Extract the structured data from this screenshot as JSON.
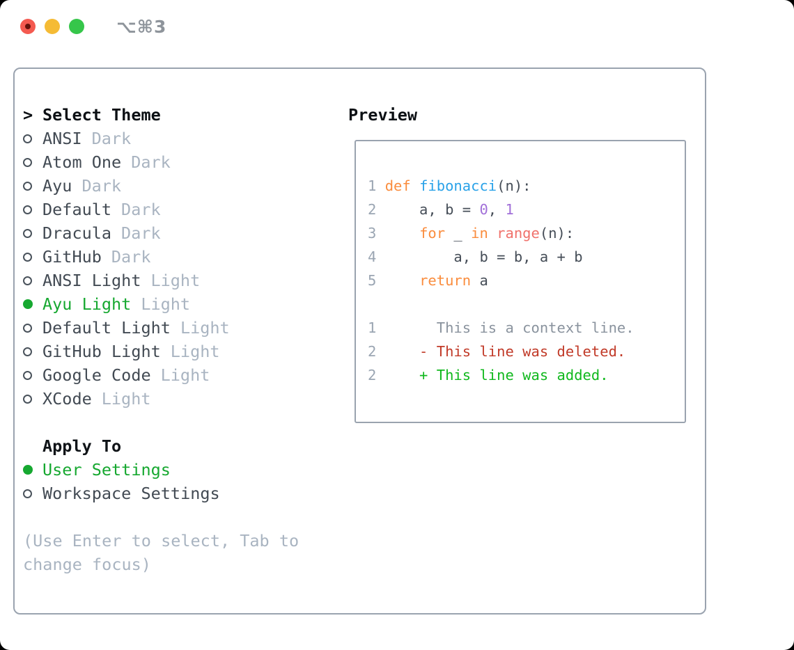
{
  "titlebar": {
    "shortcut": "⌥⌘3"
  },
  "list": {
    "header": {
      "prompt": ">",
      "label": "Select Theme"
    },
    "themes": [
      {
        "name": "ANSI",
        "variant": "Dark",
        "selected": false
      },
      {
        "name": "Atom One",
        "variant": "Dark",
        "selected": false
      },
      {
        "name": "Ayu",
        "variant": "Dark",
        "selected": false
      },
      {
        "name": "Default",
        "variant": "Dark",
        "selected": false
      },
      {
        "name": "Dracula",
        "variant": "Dark",
        "selected": false
      },
      {
        "name": "GitHub",
        "variant": "Dark",
        "selected": false
      },
      {
        "name": "ANSI Light",
        "variant": "Light",
        "selected": false
      },
      {
        "name": "Ayu Light",
        "variant": "Light",
        "selected": true
      },
      {
        "name": "Default Light",
        "variant": "Light",
        "selected": false
      },
      {
        "name": "GitHub Light",
        "variant": "Light",
        "selected": false
      },
      {
        "name": "Google Code",
        "variant": "Light",
        "selected": false
      },
      {
        "name": "XCode",
        "variant": "Light",
        "selected": false
      }
    ],
    "apply_to": {
      "label": "Apply To",
      "options": [
        {
          "label": "User Settings",
          "selected": true
        },
        {
          "label": "Workspace Settings",
          "selected": false
        }
      ]
    },
    "hint_lines": [
      "(Use Enter to select, Tab to",
      "change focus)"
    ]
  },
  "preview": {
    "title": "Preview",
    "lines": [
      {
        "type": "code",
        "segments": [
          {
            "t": "1 ",
            "c": "ln"
          },
          {
            "t": "def",
            "c": "kw"
          },
          {
            "t": " ",
            "c": "pl"
          },
          {
            "t": "fibonacci",
            "c": "fn"
          },
          {
            "t": "(n):",
            "c": "pl"
          }
        ]
      },
      {
        "type": "code",
        "segments": [
          {
            "t": "2 ",
            "c": "ln"
          },
          {
            "t": "    a, b = ",
            "c": "pl"
          },
          {
            "t": "0",
            "c": "num"
          },
          {
            "t": ", ",
            "c": "pl"
          },
          {
            "t": "1",
            "c": "num"
          }
        ]
      },
      {
        "type": "code",
        "segments": [
          {
            "t": "3 ",
            "c": "ln"
          },
          {
            "t": "    ",
            "c": "pl"
          },
          {
            "t": "for",
            "c": "kw"
          },
          {
            "t": " _ ",
            "c": "pl"
          },
          {
            "t": "in",
            "c": "kw"
          },
          {
            "t": " ",
            "c": "pl"
          },
          {
            "t": "range",
            "c": "call"
          },
          {
            "t": "(n):",
            "c": "pl"
          }
        ]
      },
      {
        "type": "code",
        "segments": [
          {
            "t": "4 ",
            "c": "ln"
          },
          {
            "t": "        a, b = b, a + b",
            "c": "pl"
          }
        ]
      },
      {
        "type": "code",
        "segments": [
          {
            "t": "5 ",
            "c": "ln"
          },
          {
            "t": "    ",
            "c": "pl"
          },
          {
            "t": "return",
            "c": "kw"
          },
          {
            "t": " a",
            "c": "pl"
          }
        ]
      },
      {
        "type": "blank",
        "segments": []
      },
      {
        "type": "context",
        "segments": [
          {
            "t": "1 ",
            "c": "ln"
          },
          {
            "t": "      This is a context line.",
            "c": "ctx"
          }
        ]
      },
      {
        "type": "deleted",
        "segments": [
          {
            "t": "2 ",
            "c": "ln"
          },
          {
            "t": "    - This line was deleted.",
            "c": "del"
          }
        ]
      },
      {
        "type": "added",
        "segments": [
          {
            "t": "2 ",
            "c": "ln"
          },
          {
            "t": "    + This line was added.",
            "c": "add"
          }
        ]
      }
    ]
  },
  "colors": {
    "accent-green": "#16a830",
    "muted": "#a9b4c1",
    "text-dark": "#424a53",
    "heading": "#0c1014",
    "border": "#9aa3af",
    "ln": "#9aa5b2",
    "pl": "#454d57",
    "kw": "#fa8d3e",
    "fn": "#2aa2e8",
    "call": "#f0716b",
    "num": "#a16fd8",
    "ctx": "#8a939e",
    "del": "#c13a28",
    "add": "#10b81d",
    "tl-red": "#f45a50",
    "tl-red-dot": "#65120b",
    "tl-yellow": "#f5bb35",
    "tl-green": "#36c64a",
    "titlebar-text": "#8e949b"
  }
}
